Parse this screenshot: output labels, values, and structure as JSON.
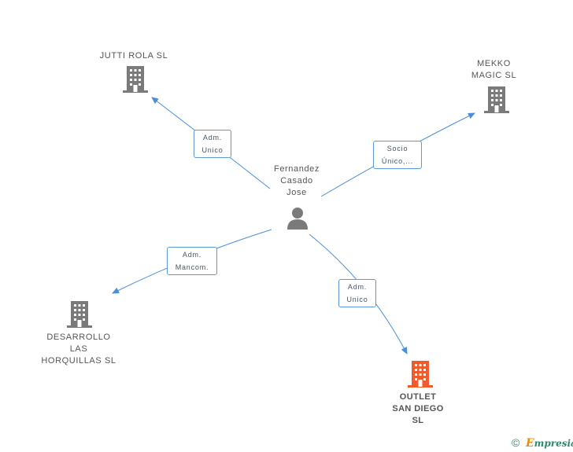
{
  "nodes": {
    "person": {
      "lines": [
        "Fernandez",
        "Casado",
        "Jose"
      ]
    },
    "jutti": {
      "lines": [
        "JUTTI ROLA SL"
      ]
    },
    "mekko": {
      "lines": [
        "MEKKO",
        "MAGIC SL"
      ]
    },
    "desarrollo": {
      "lines": [
        "DESARROLLO",
        "LAS",
        "HORQUILLAS SL"
      ]
    },
    "outlet": {
      "lines": [
        "OUTLET",
        "SAN DIEGO",
        "SL"
      ]
    }
  },
  "roles": {
    "jutti": [
      "Adm.",
      "Unico"
    ],
    "mekko": [
      "Socio",
      "Único,..."
    ],
    "desarrollo": [
      "Adm.",
      "Mancom."
    ],
    "outlet": [
      "Adm.",
      "Unico"
    ]
  },
  "colors": {
    "edge": "#4a8fd6",
    "company_icon": "#7a7a7a",
    "main_company_icon": "#f15a2b",
    "person_icon": "#7a7a7a"
  },
  "footer": {
    "copyright": "©",
    "brand_initial": "E",
    "brand_rest": "mpresia"
  }
}
